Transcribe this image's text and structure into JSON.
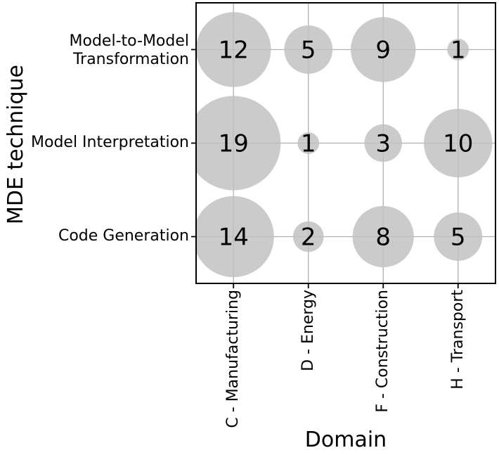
{
  "chart_data": {
    "type": "bubble",
    "title": "",
    "xlabel": "Domain",
    "ylabel": "MDE technique",
    "x_categories": [
      "C - Manufacturing",
      "D - Energy",
      "F - Construction",
      "H - Transport"
    ],
    "y_categories": [
      "Model-to-Model Transformation",
      "Model Interpretation",
      "Code Generation"
    ],
    "values": [
      [
        12,
        5,
        9,
        1
      ],
      [
        19,
        1,
        3,
        10
      ],
      [
        14,
        2,
        8,
        5
      ]
    ],
    "size_encoding": "bubble area proportional to value",
    "grid": "on",
    "legend": "none",
    "colors": {
      "bubble_fill": "rgba(192,192,192,0.82)",
      "grid": "#b0b0b0",
      "spine": "#000000",
      "value_text": "#000000",
      "background": "#ffffff"
    }
  }
}
